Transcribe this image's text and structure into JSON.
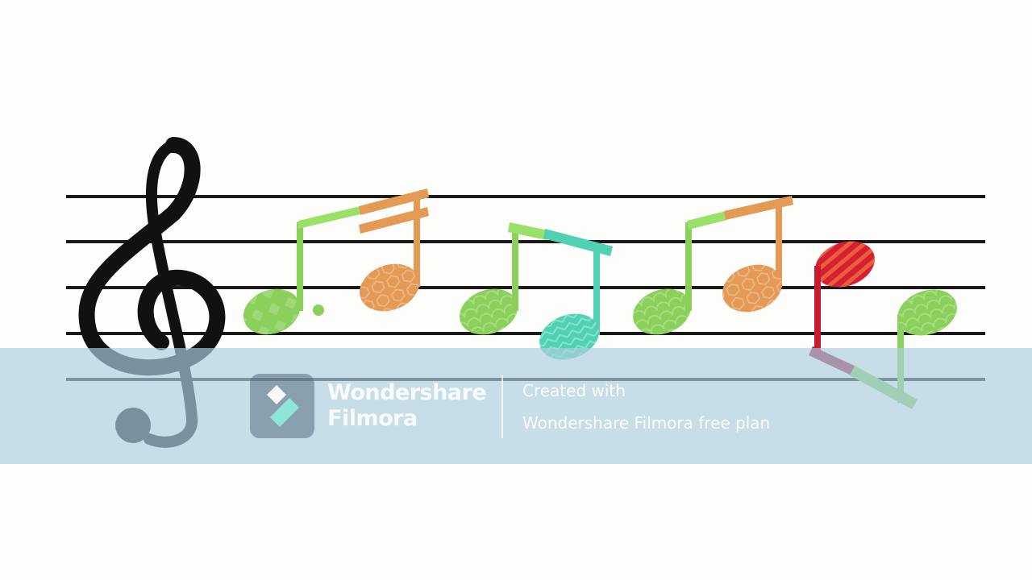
{
  "scene": {
    "staff_line_color": "#1a1a1a",
    "clef_color": "#111111",
    "colors": {
      "green": "#8ad05a",
      "orange": "#e49a54",
      "teal": "#4fd1b3",
      "red": "#d61f35",
      "light_green": "#9ae16a"
    }
  },
  "watermark": {
    "brand_line1": "Wondershare",
    "brand_line2": "Filmora",
    "created_label": "Created with",
    "plan_label": "Wondershare Filmora free plan",
    "icon": "filmora-logo-icon",
    "band_color": "#adcee0"
  }
}
